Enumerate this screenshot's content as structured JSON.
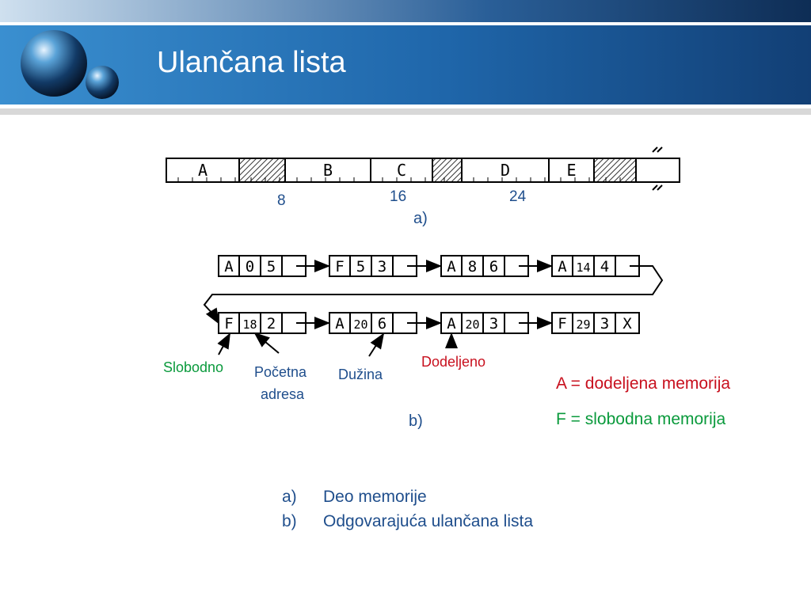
{
  "slide": {
    "title": "Ulančana lista"
  },
  "memory": {
    "segments": [
      "A",
      "",
      "B",
      "C",
      "",
      "D",
      "E",
      ""
    ],
    "markers": [
      "8",
      "16",
      "24"
    ],
    "caption": "a)"
  },
  "list": {
    "row1": [
      [
        "A",
        "0",
        "5"
      ],
      [
        "F",
        "5",
        "3"
      ],
      [
        "A",
        "8",
        "6"
      ],
      [
        "A",
        "14",
        "4"
      ]
    ],
    "row2": [
      [
        "F",
        "18",
        "2"
      ],
      [
        "A",
        "20",
        "6"
      ],
      [
        "A",
        "20",
        "3"
      ],
      [
        "F",
        "29",
        "3"
      ]
    ],
    "end_marker": "X",
    "caption": "b)"
  },
  "labels": {
    "slobodno": "Slobodno",
    "pocetna_line1": "Početna",
    "pocetna_line2": "adresa",
    "duzina": "Dužina",
    "dodeljeno": "Dodeljeno"
  },
  "legend": {
    "allocated": "A = dodeljena memorija",
    "free": "F = slobodna memorija"
  },
  "footer": {
    "items": [
      {
        "marker": "a)",
        "text": "Deo memorije"
      },
      {
        "marker": "b)",
        "text": "Odgovarajuća ulančana lista"
      }
    ]
  },
  "colors": {
    "header_blue": "#1a5a9a",
    "text_blue": "#1f4e8c",
    "green": "#0a9a3c",
    "red": "#c8101e"
  }
}
